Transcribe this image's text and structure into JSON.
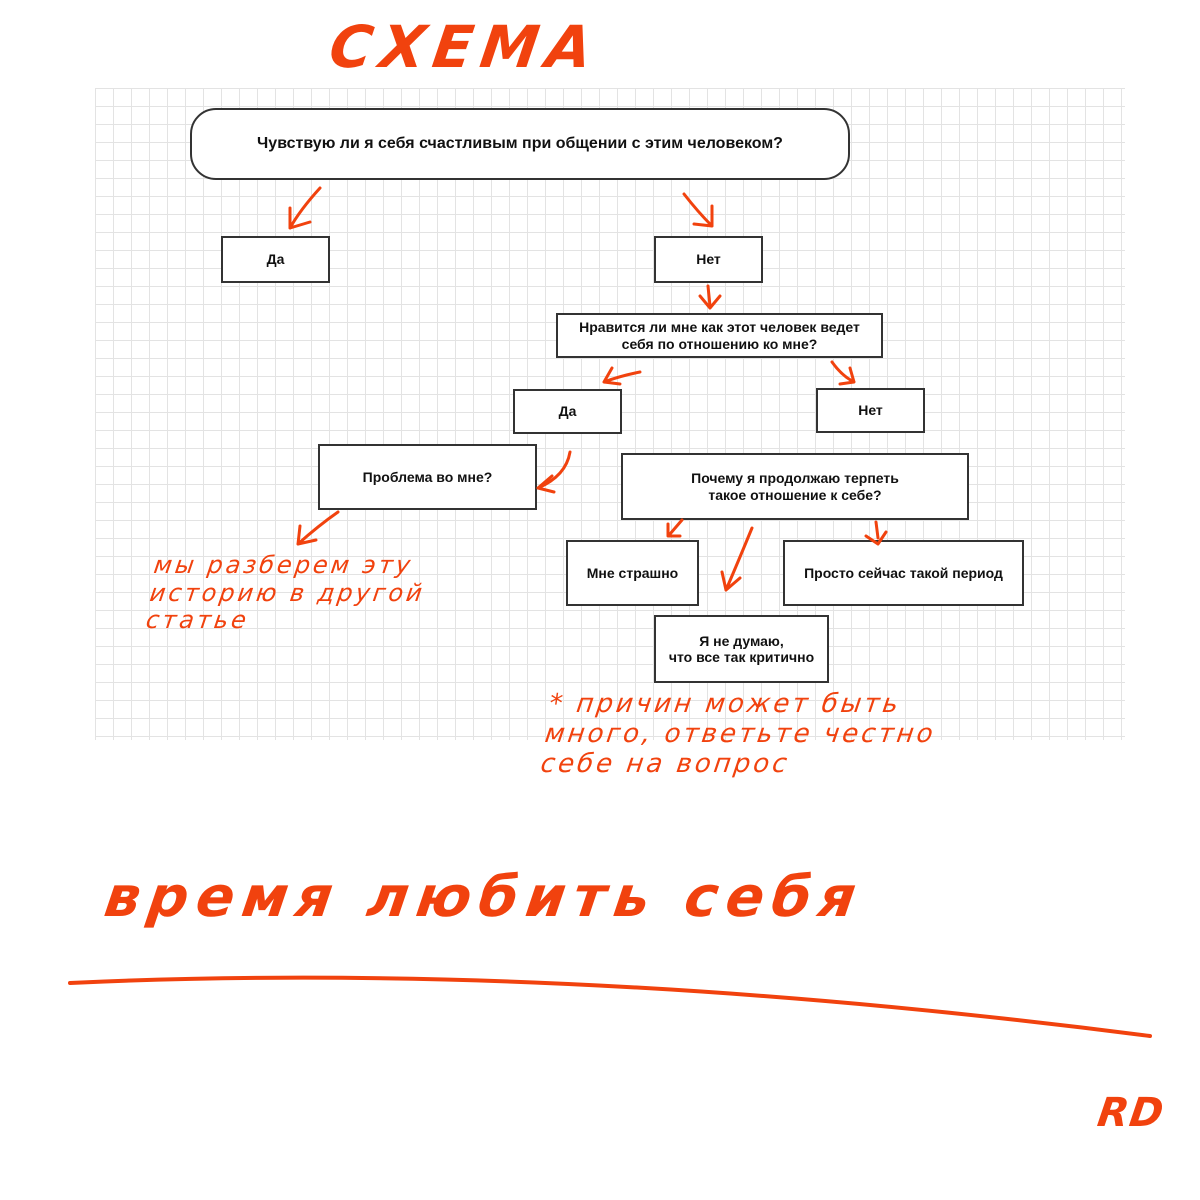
{
  "title": "СХЕМА",
  "flowchart": {
    "question": "Чувствую ли я себя счастливым при общении с этим человеком?",
    "yes1": "Да",
    "no1": "Нет",
    "question2_line1": "Нравится ли мне как этот человек ведет",
    "question2_line2": "себя по отношению ко мне?",
    "yes2": "Да",
    "no2": "Нет",
    "problem": "Проблема во мне?",
    "why_line1": "Почему я продолжаю терпеть",
    "why_line2": "такое отношение к себе?",
    "scared": "Мне страшно",
    "period": "Просто сейчас такой период",
    "notcritical_line1": "Я не думаю,",
    "notcritical_line2": "что все так критично"
  },
  "notes": {
    "left_line1": "мы разберем эту",
    "left_line2": "историю  в другой",
    "left_line3": "статье",
    "right_line1": "* причин может быть",
    "right_line2": "много, ответьте честно",
    "right_line3": "себе на вопрос"
  },
  "footer": {
    "slogan": "время любить себя",
    "signature": "RD"
  },
  "colors": {
    "accent": "#f1420e",
    "grid_line": "#e3e3e3",
    "box_border": "#333333"
  }
}
